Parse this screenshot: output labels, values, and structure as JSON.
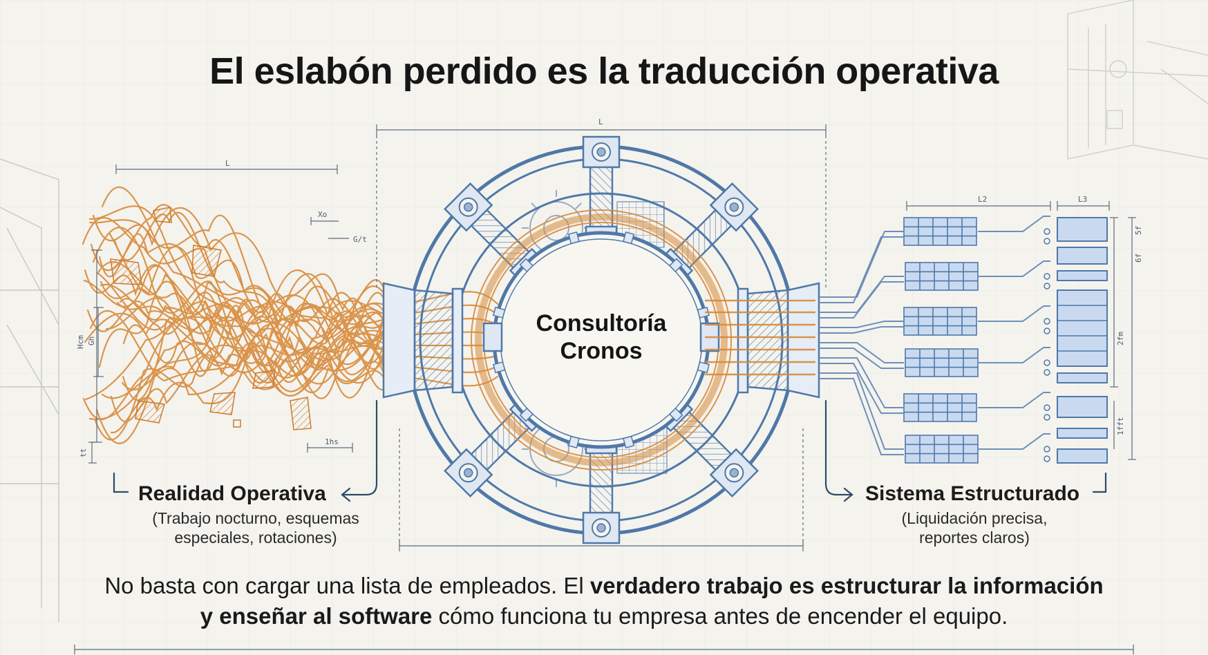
{
  "title": "El eslabón perdido es la traducción operativa",
  "hub": {
    "line1": "Consultoría",
    "line2": "Cronos"
  },
  "left": {
    "title": "Realidad Operativa",
    "subtitle_line1": "(Trabajo nocturno, esquemas",
    "subtitle_line2": "especiales, rotaciones)"
  },
  "right": {
    "title": "Sistema Estructurado",
    "subtitle_line1": "(Liquidación precisa,",
    "subtitle_line2": "reportes claros)"
  },
  "footer": {
    "line1_normal": "No basta con cargar una lista de empleados. El ",
    "line1_bold": "verdadero trabajo es estructurar la información",
    "line2_bold": "y enseñar al software",
    "line2_normal": " cómo funciona tu empresa antes de encender el equipo."
  },
  "dimension_labels": {
    "top_center": "L",
    "left_top": "L",
    "left_x": "Xo",
    "left_g": "G/t",
    "left_h1": "Hcm",
    "left_h2": "Gh",
    "left_b": "1hs",
    "left_s": "tt",
    "right_l2": "L2",
    "right_l3": "L3",
    "right_v1": "2fm",
    "right_v2": "1fft",
    "right_v3": "6f",
    "right_v4": "5f"
  },
  "colors": {
    "background": "#f4f3ee",
    "chaos_orange": "#d88a3a",
    "blueprint_blue": "#4f78a8",
    "light_blue_fill": "#c9daf0",
    "dim_line": "#5a6b7c"
  },
  "icons": [
    "chaos-lines-icon",
    "gear-icon",
    "bolt-icon",
    "data-grid-icon",
    "arrow-left-icon",
    "arrow-right-icon"
  ]
}
